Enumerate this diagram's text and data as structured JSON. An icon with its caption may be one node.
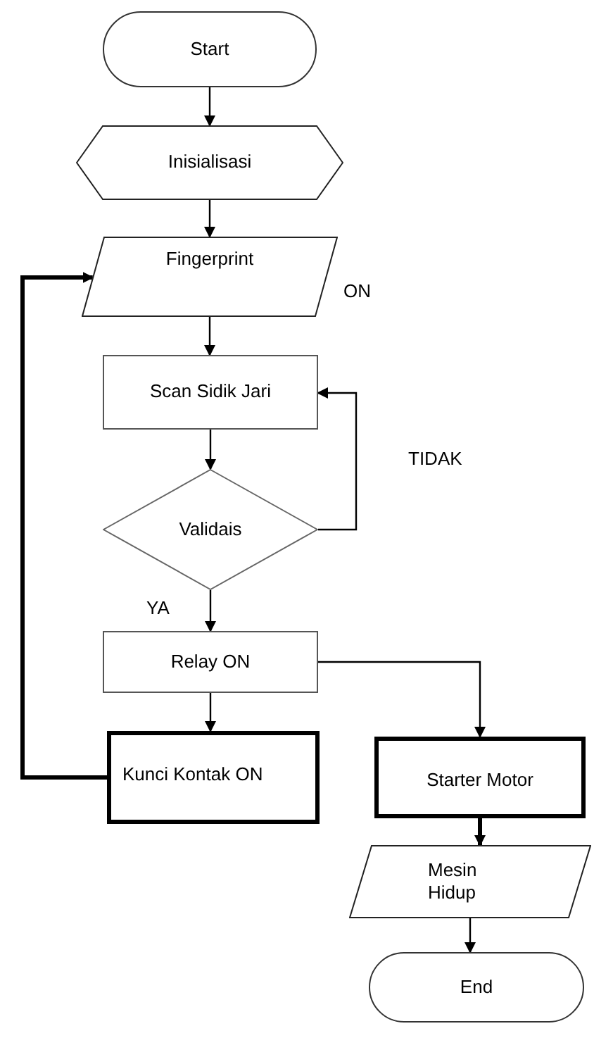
{
  "diagram": {
    "nodes": [
      {
        "text": [
          "Start"
        ]
      },
      {
        "text": [
          "Inisialisasi"
        ]
      },
      {
        "text": [
          "Fingerprint"
        ]
      },
      {
        "text": [
          "Scan Sidik Jari"
        ]
      },
      {
        "text": [
          "Validais"
        ]
      },
      {
        "text": [
          "Relay ON"
        ]
      },
      {
        "text": [
          "Kunci Kontak ON"
        ]
      },
      {
        "text": [
          "Starter Motor"
        ]
      },
      {
        "text": [
          "Mesin Hidup"
        ]
      },
      {
        "text": [
          "End"
        ]
      }
    ],
    "edges": [
      {
        "from": 0,
        "to": 1,
        "arrow": "to"
      },
      {
        "from": 1,
        "to": 2,
        "arrow": "to"
      },
      {
        "from": 2,
        "to": 3,
        "arrow": "to"
      },
      {
        "from": 3,
        "to": 4,
        "arrow": "to"
      },
      {
        "from": 4,
        "to": 3,
        "arrow": "to",
        "label": "TIDAK"
      },
      {
        "from": 4,
        "to": 5,
        "arrow": "to",
        "label": "YA"
      },
      {
        "from": 5,
        "to": 6,
        "arrow": "to"
      },
      {
        "from": 5,
        "to": 7,
        "arrow": "to"
      },
      {
        "from": 6,
        "to": 2,
        "arrow": "to",
        "style": "thick"
      },
      {
        "from": 7,
        "to": 8,
        "arrow": "to",
        "style": "thick"
      },
      {
        "from": 8,
        "to": 9,
        "arrow": "to"
      }
    ],
    "labels": [
      "ON"
    ]
  }
}
